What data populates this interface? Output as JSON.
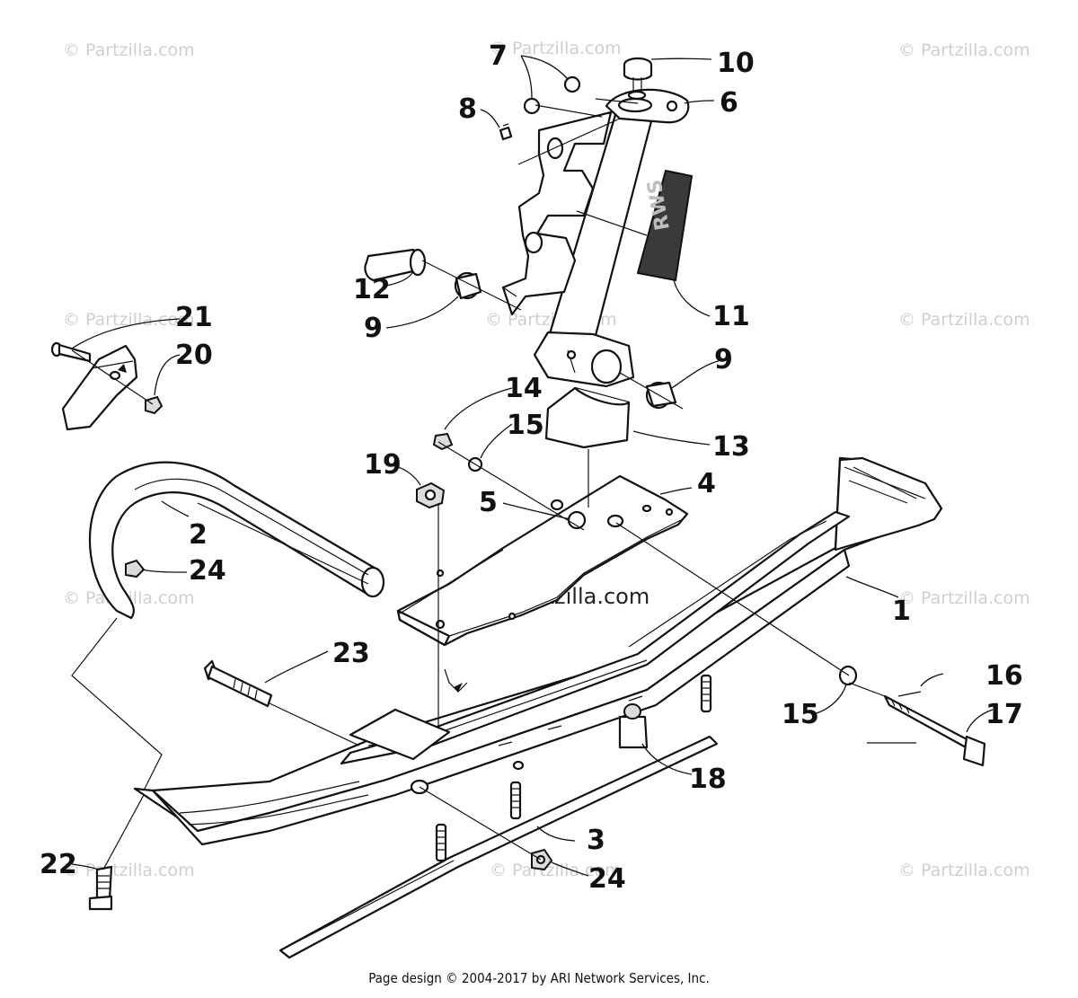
{
  "watermark": "© Partzilla.com",
  "watermark_center": "© Partzilla.com",
  "footer": "Page design © 2004-2017 by ARI Network Services, Inc.",
  "decal_text": "RWS",
  "callouts": {
    "c1": "1",
    "c2": "2",
    "c3": "3",
    "c4": "4",
    "c5": "5",
    "c6": "6",
    "c7": "7",
    "c8": "8",
    "c9a": "9",
    "c9b": "9",
    "c10": "10",
    "c11": "11",
    "c12": "12",
    "c13": "13",
    "c14": "14",
    "c15a": "15",
    "c15b": "15",
    "c16": "16",
    "c17": "17",
    "c18": "18",
    "c19": "19",
    "c20": "20",
    "c21": "21",
    "c22": "22",
    "c23": "23",
    "c24a": "24",
    "c24b": "24"
  }
}
